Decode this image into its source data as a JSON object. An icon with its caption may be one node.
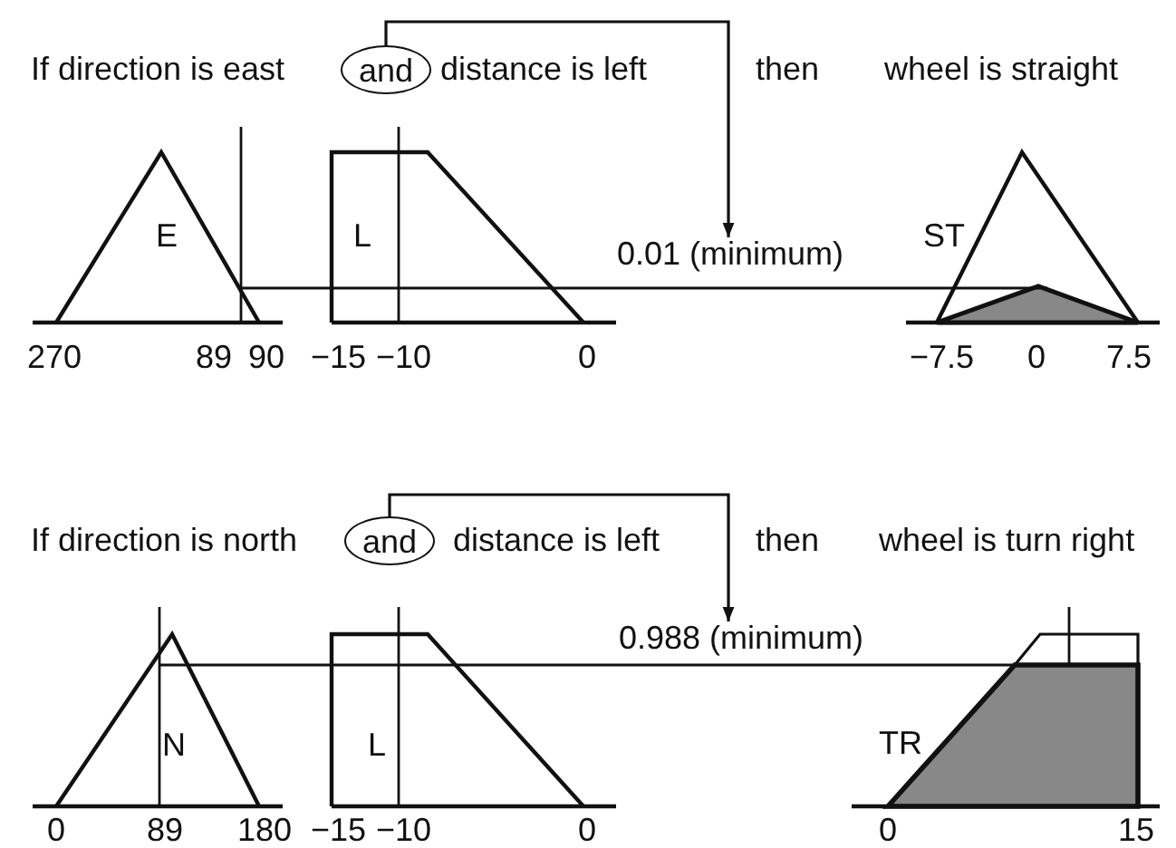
{
  "diagram": {
    "nodes": [
      {
        "text": [
          "and"
        ]
      },
      {
        "text": [
          "0.01 (minimum)"
        ]
      },
      {
        "text": [
          "and"
        ]
      },
      {
        "text": [
          "0.988 (minimum)"
        ]
      }
    ],
    "edges": [
      {
        "from": 0,
        "to": 1,
        "arrow": "to"
      },
      {
        "from": 2,
        "to": 3,
        "arrow": "to"
      }
    ],
    "labels": [
      "If direction is east",
      "distance is left",
      "then",
      "wheel is straight",
      "E",
      "L",
      "ST",
      "270",
      "89",
      "90",
      "−15",
      "−10",
      "0",
      "−7.5",
      "0",
      "7.5",
      "If direction is north",
      "distance is left",
      "then",
      "wheel is turn right",
      "N",
      "L",
      "TR",
      "0",
      "89",
      "180",
      "−15",
      "−10",
      "0",
      "0",
      "15"
    ]
  }
}
